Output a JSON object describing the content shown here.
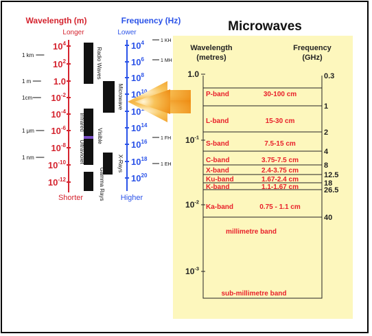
{
  "left": {
    "wavelength_header": "Wavelength (m)",
    "frequency_header": "Frequency (Hz)",
    "longer_label": "Longer",
    "lower_label": "Lower",
    "shorter_label": "Shorter",
    "higher_label": "Higher",
    "wavelength_ticks": [
      {
        "base": "10",
        "exp": "4"
      },
      {
        "base": "10",
        "exp": "2"
      },
      {
        "base": "1.0",
        "exp": ""
      },
      {
        "base": "10",
        "exp": "-2"
      },
      {
        "base": "10",
        "exp": "-4"
      },
      {
        "base": "10",
        "exp": "-6"
      },
      {
        "base": "10",
        "exp": "-8"
      },
      {
        "base": "10",
        "exp": "-10"
      },
      {
        "base": "10",
        "exp": "-12"
      }
    ],
    "wavelength_examples": [
      "1 km",
      "1 m",
      "1cm",
      "1 μm",
      "1 nm"
    ],
    "frequency_ticks": [
      {
        "base": "10",
        "exp": "4"
      },
      {
        "base": "10",
        "exp": "6"
      },
      {
        "base": "10",
        "exp": "8"
      },
      {
        "base": "10",
        "exp": "10"
      },
      {
        "base": "10",
        "exp": "12"
      },
      {
        "base": "10",
        "exp": "14"
      },
      {
        "base": "10",
        "exp": "16"
      },
      {
        "base": "10",
        "exp": "18"
      },
      {
        "base": "10",
        "exp": "20"
      }
    ],
    "frequency_examples": [
      "1 KH",
      "1 MH",
      "1 FH",
      "1 EH"
    ],
    "bands": [
      "Radio Waves",
      "Microwave",
      "Ultraviolet",
      "Infrared",
      "Visible",
      "X-Rays",
      "Gamma Rays"
    ]
  },
  "panel": {
    "title": "Microwaves",
    "wavelength_header_line1": "Wavelength",
    "wavelength_header_line2": "(metres)",
    "frequency_header_line1": "Frequency",
    "frequency_header_line2": "(GHz)",
    "wavelength_axis": [
      {
        "base": "1.0",
        "exp": ""
      },
      {
        "base": "10",
        "exp": "-1"
      },
      {
        "base": "10",
        "exp": "-2"
      },
      {
        "base": "10",
        "exp": "-3"
      }
    ],
    "frequency_axis": [
      "0.3",
      "1",
      "2",
      "4",
      "8",
      "12.5",
      "18",
      "26.5",
      "40"
    ],
    "bands": [
      {
        "name": "P-band",
        "range": "30-100 cm"
      },
      {
        "name": "L-band",
        "range": "15-30 cm"
      },
      {
        "name": "S-band",
        "range": "7.5-15 cm"
      },
      {
        "name": "C-band",
        "range": "3.75-7.5 cm"
      },
      {
        "name": "X-band",
        "range": "2.4-3.75 cm"
      },
      {
        "name": "Ku-band",
        "range": "1.67-2.4 cm"
      },
      {
        "name": "K-band",
        "range": "1.1-1.67 cm"
      },
      {
        "name": "Ka-band",
        "range": "0.75 - 1.1 cm"
      }
    ],
    "millimetre_band": "millimetre band",
    "sub_millimetre_band": "sub-millimetre band"
  },
  "colors": {
    "wavelength_red": "#d4232e",
    "frequency_blue": "#2a52e8",
    "panel_bg": "#fdf7bd",
    "band_text": "#e8202a",
    "arrow_orange": "#f39b1e"
  }
}
